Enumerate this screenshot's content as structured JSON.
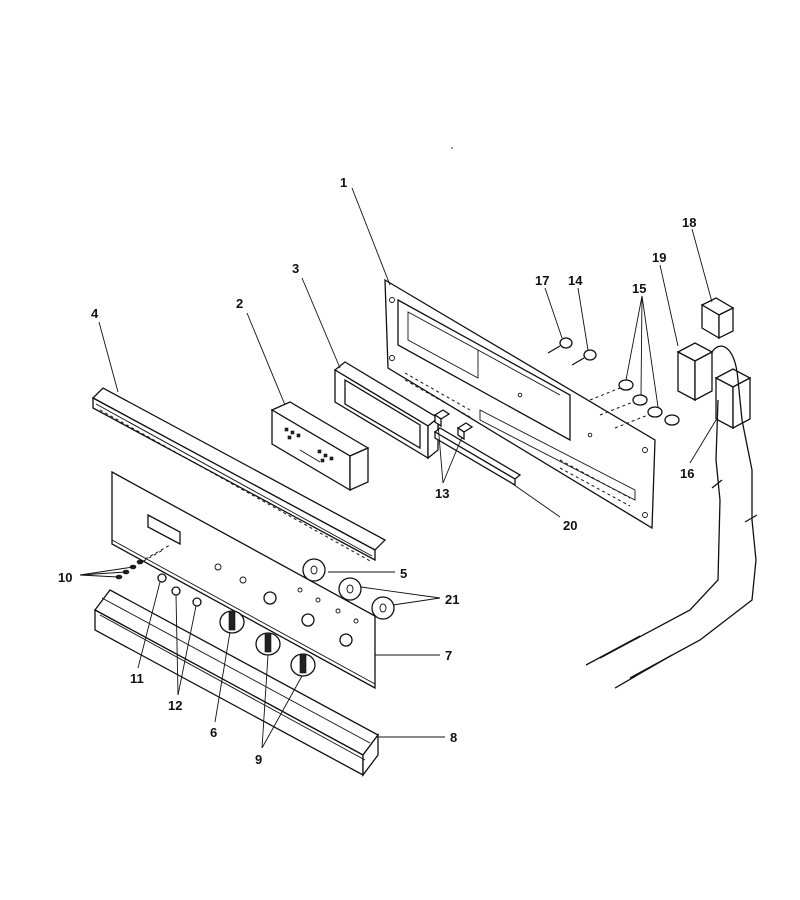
{
  "parts": [
    {
      "key": "p1",
      "number": "1"
    },
    {
      "key": "p2",
      "number": "2"
    },
    {
      "key": "p3",
      "number": "3"
    },
    {
      "key": "p4",
      "number": "4"
    },
    {
      "key": "p5",
      "number": "5"
    },
    {
      "key": "p6",
      "number": "6"
    },
    {
      "key": "p7",
      "number": "7"
    },
    {
      "key": "p8",
      "number": "8"
    },
    {
      "key": "p9",
      "number": "9"
    },
    {
      "key": "p10",
      "number": "10"
    },
    {
      "key": "p11",
      "number": "11"
    },
    {
      "key": "p12",
      "number": "12"
    },
    {
      "key": "p13",
      "number": "13"
    },
    {
      "key": "p14",
      "number": "14"
    },
    {
      "key": "p15",
      "number": "15"
    },
    {
      "key": "p16",
      "number": "16"
    },
    {
      "key": "p17",
      "number": "17"
    },
    {
      "key": "p18",
      "number": "18"
    },
    {
      "key": "p19",
      "number": "19"
    },
    {
      "key": "p20",
      "number": "20"
    },
    {
      "key": "p21",
      "number": "21"
    }
  ],
  "colors": {
    "ink": "#111111",
    "paper": "#ffffff"
  }
}
